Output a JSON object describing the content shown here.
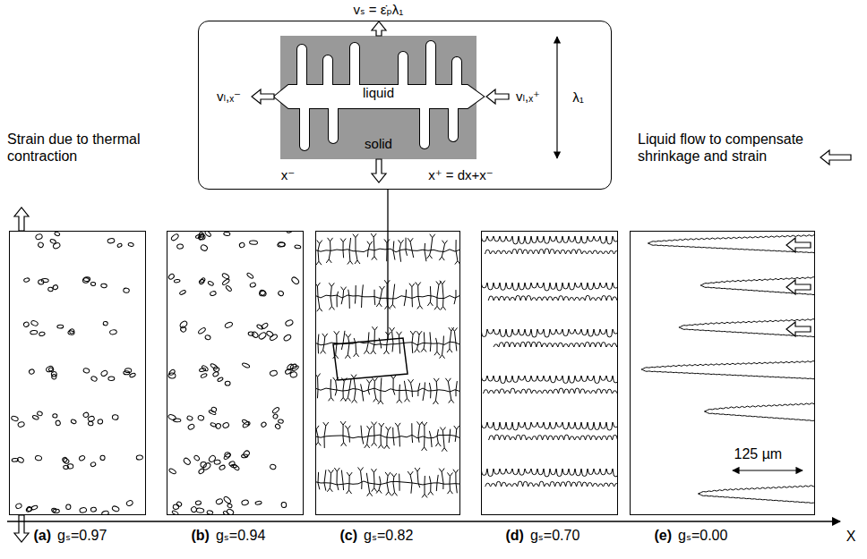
{
  "diagram": {
    "nodes": [
      {
        "text": [
          "vₛ = ε̇ₚλ₁",
          "vₗ,ₓ⁻",
          "liquid",
          "vₗ,ₓ⁺",
          "λ₁",
          "solid",
          "x⁻",
          "x⁺ = dx+x⁻"
        ]
      },
      {
        "text": [
          "(a)",
          "gₛ=0.97"
        ]
      },
      {
        "text": [
          "(b)",
          "gₛ=0.94"
        ]
      },
      {
        "text": [
          "(c)",
          "gₛ=0.82"
        ]
      },
      {
        "text": [
          "(d)",
          "gₛ=0.70"
        ]
      },
      {
        "text": [
          "(e)",
          "gₛ=0.00",
          "125 µm"
        ]
      }
    ],
    "edges": [
      {
        "from": 3,
        "to": 0,
        "arrow": "none"
      }
    ],
    "labels": [
      "Strain due to thermal contraction",
      "Liquid flow to compensate shrinkage and strain",
      "X"
    ]
  }
}
